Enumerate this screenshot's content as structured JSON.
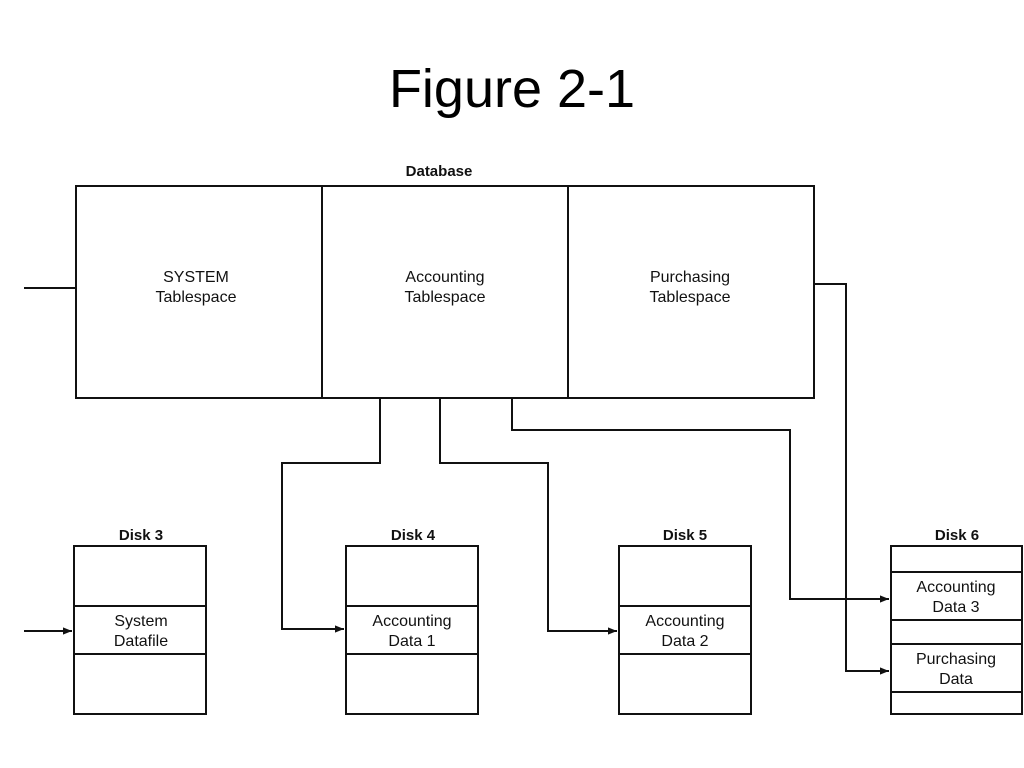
{
  "title": "Figure 2-1",
  "database": {
    "label": "Database",
    "tablespaces": [
      {
        "line1": "SYSTEM",
        "line2": "Tablespace"
      },
      {
        "line1": "Accounting",
        "line2": "Tablespace"
      },
      {
        "line1": "Purchasing",
        "line2": "Tablespace"
      }
    ]
  },
  "disks": [
    {
      "label": "Disk 3",
      "files": [
        {
          "line1": "System",
          "line2": "Datafile"
        }
      ]
    },
    {
      "label": "Disk 4",
      "files": [
        {
          "line1": "Accounting",
          "line2": "Data 1"
        }
      ]
    },
    {
      "label": "Disk 5",
      "files": [
        {
          "line1": "Accounting",
          "line2": "Data 2"
        }
      ]
    },
    {
      "label": "Disk 6",
      "files": [
        {
          "line1": "Accounting",
          "line2": "Data 3"
        },
        {
          "line1": "Purchasing",
          "line2": "Data"
        }
      ]
    }
  ]
}
